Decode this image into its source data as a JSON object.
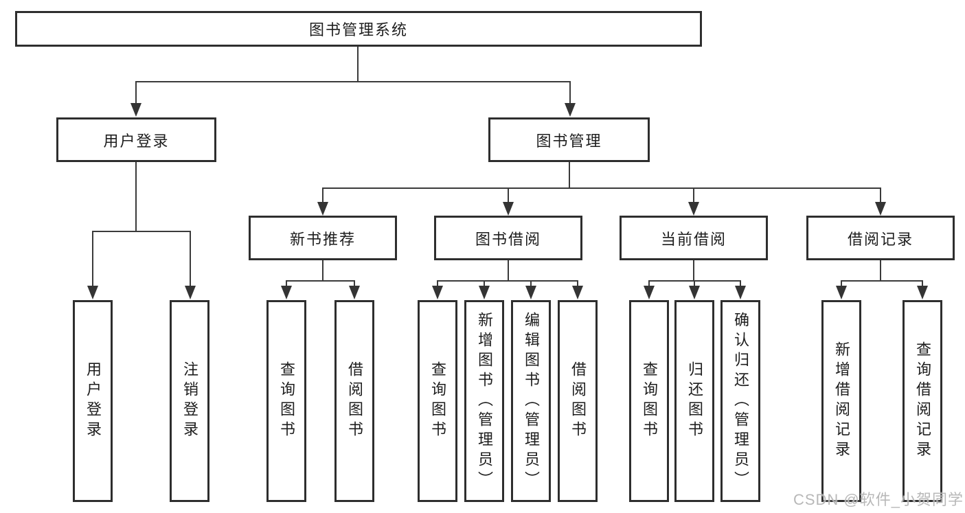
{
  "nodes": {
    "root": "图书管理系统",
    "user_login": "用户登录",
    "book_management": "图书管理",
    "new_book_recommend": "新书推荐",
    "book_borrow": "图书借阅",
    "current_borrow": "当前借阅",
    "borrow_records": "借阅记录",
    "leaves": {
      "user": [
        "用户登录",
        "注销登录"
      ],
      "recommend": [
        "查询图书",
        "借阅图书"
      ],
      "borrow": [
        "查询图书",
        "新增图书（管理员）",
        "编辑图书（管理员）",
        "借阅图书"
      ],
      "current": [
        "查询图书",
        "归还图书",
        "确认归还（管理员）"
      ],
      "records": [
        "新增借阅记录",
        "查询借阅记录"
      ]
    }
  },
  "watermark": "CSDN @软件_小贺同学"
}
